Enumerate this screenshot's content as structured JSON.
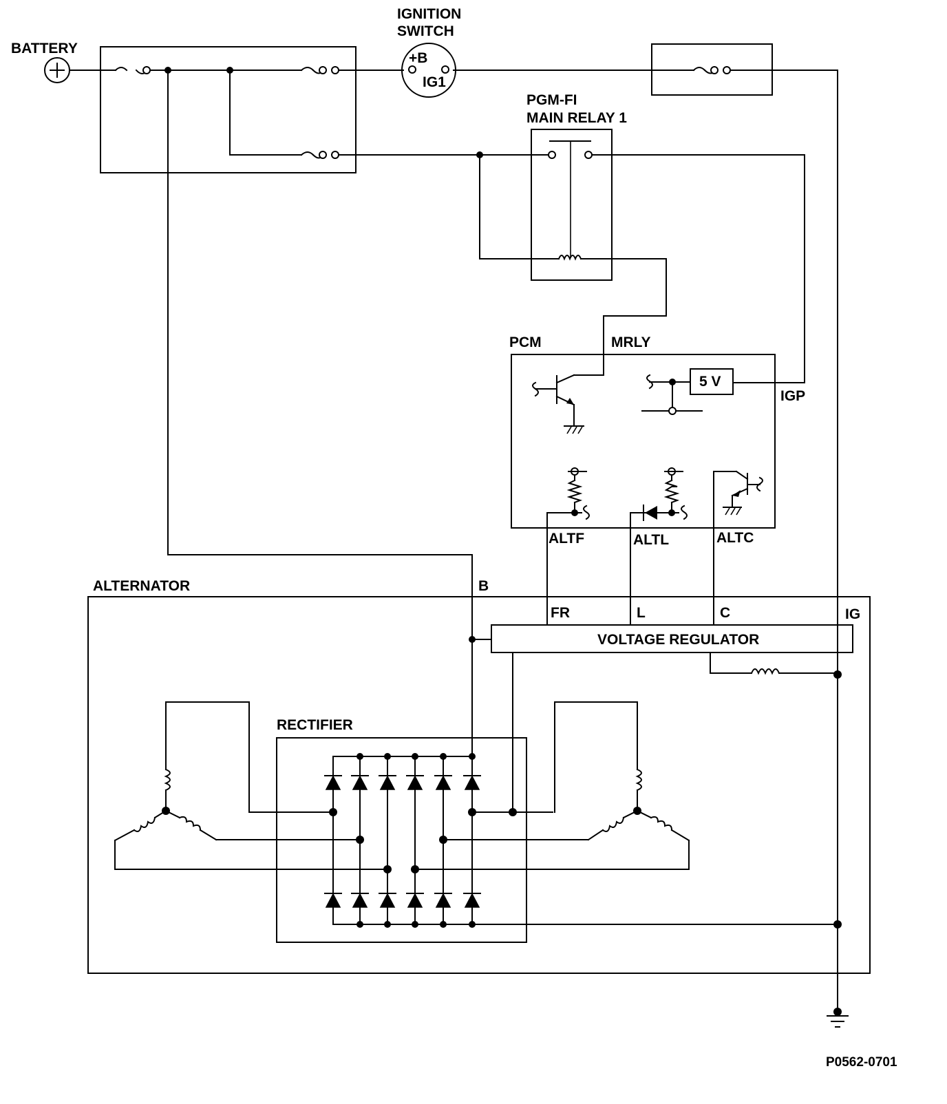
{
  "labels": {
    "battery": "BATTERY",
    "battery_symbol": "+",
    "ignition_switch_line1": "IGNITION",
    "ignition_switch_line2": "SWITCH",
    "switch_b": "+B",
    "switch_ig1": "IG1",
    "relay_line1": "PGM-FI",
    "relay_line2": "MAIN RELAY 1",
    "pcm": "PCM",
    "mrly": "MRLY",
    "igp": "IGP",
    "five_v": "5 V",
    "altf": "ALTF",
    "altl": "ALTL",
    "altc": "ALTC",
    "alternator": "ALTERNATOR",
    "b": "B",
    "fr": "FR",
    "l": "L",
    "c": "C",
    "ig": "IG",
    "voltage_regulator": "VOLTAGE REGULATOR",
    "rectifier": "RECTIFIER",
    "figure_code": "P0562-0701"
  }
}
